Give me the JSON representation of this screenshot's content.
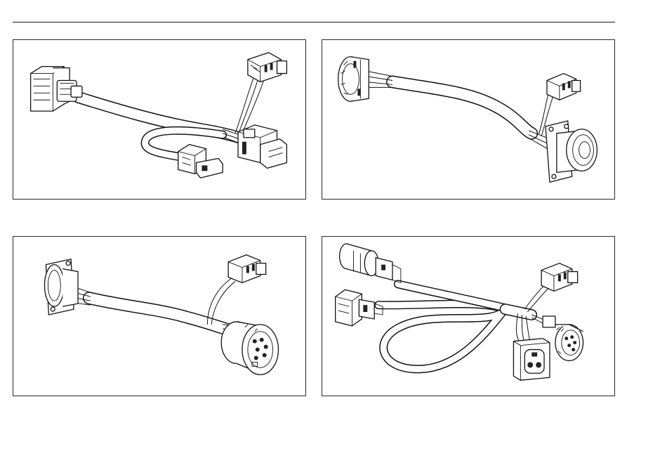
{
  "figures": [
    {
      "id": "harness-a",
      "connectors": [
        "multi-pin-block-connector",
        "flat-plug-connector",
        "rectangular-socket-connector",
        "small-plug-connector"
      ]
    },
    {
      "id": "harness-b",
      "connectors": [
        "round-coupling-connector",
        "flat-plug-connector",
        "flanged-round-socket"
      ]
    },
    {
      "id": "harness-c",
      "connectors": [
        "flanged-round-socket",
        "flat-plug-connector",
        "round-pin-coupling"
      ]
    },
    {
      "id": "harness-d",
      "connectors": [
        "round-bayonet-connector",
        "rectangular-latch-connector",
        "flat-plug-connector",
        "square-two-pin-socket",
        "round-pin-coupling"
      ]
    }
  ],
  "colors": {
    "line": "#111111",
    "background": "#ffffff",
    "frame": "#2a2a2a"
  }
}
